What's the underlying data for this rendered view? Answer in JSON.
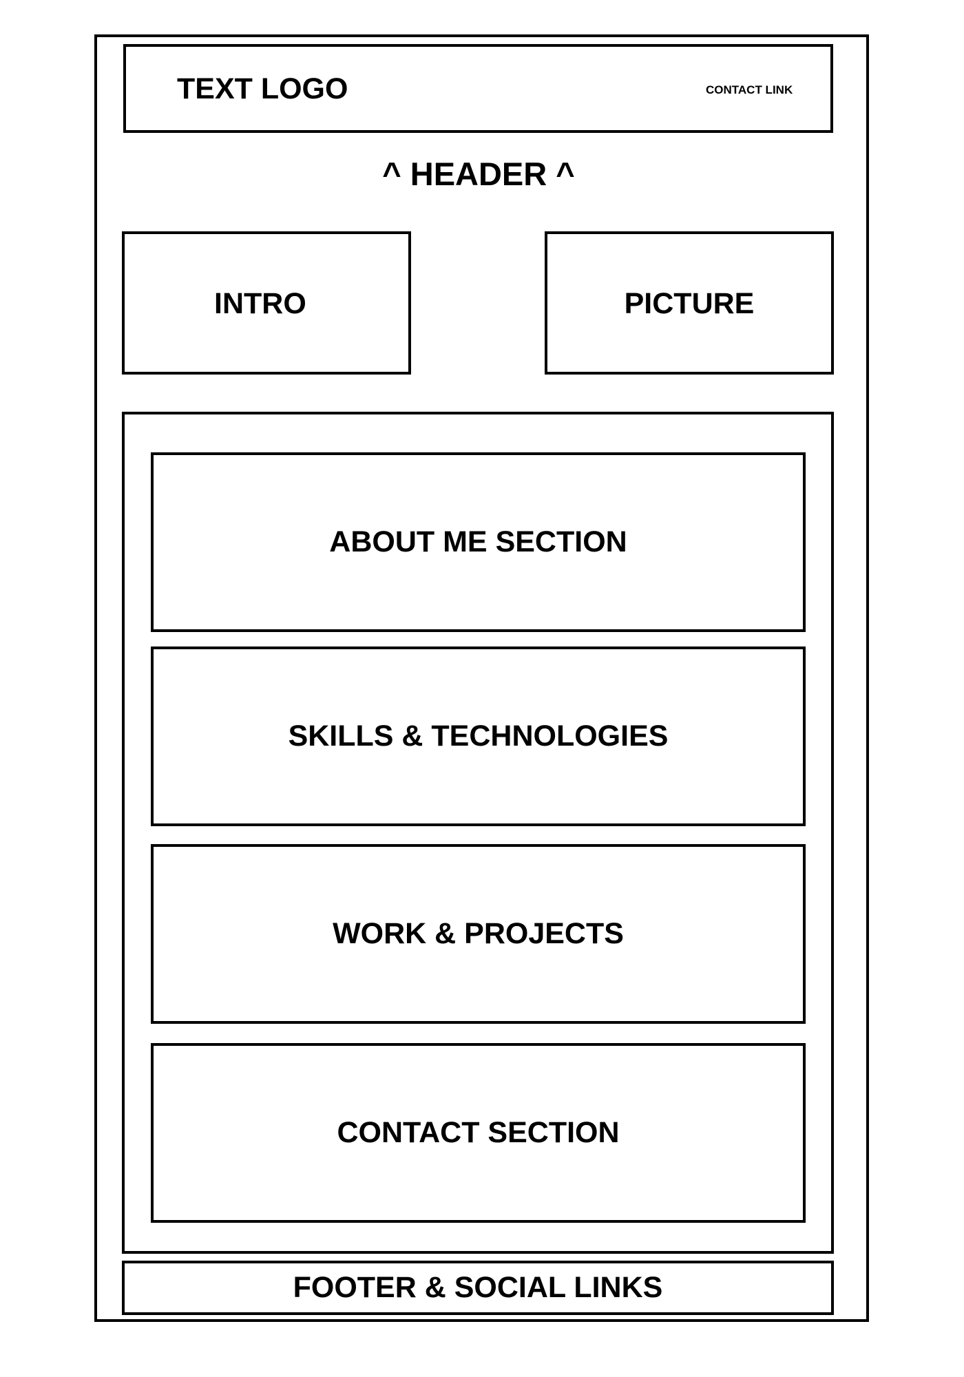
{
  "header": {
    "logo": "TEXT LOGO",
    "contact_link": "CONTACT LINK",
    "caption": "^ HEADER ^"
  },
  "hero": {
    "intro": "INTRO",
    "picture": "PICTURE"
  },
  "sections": {
    "about": "ABOUT ME SECTION",
    "skills": "SKILLS & TECHNOLOGIES",
    "work": "WORK & PROJECTS",
    "contact": "CONTACT SECTION"
  },
  "footer": {
    "label": "FOOTER & SOCIAL LINKS"
  }
}
